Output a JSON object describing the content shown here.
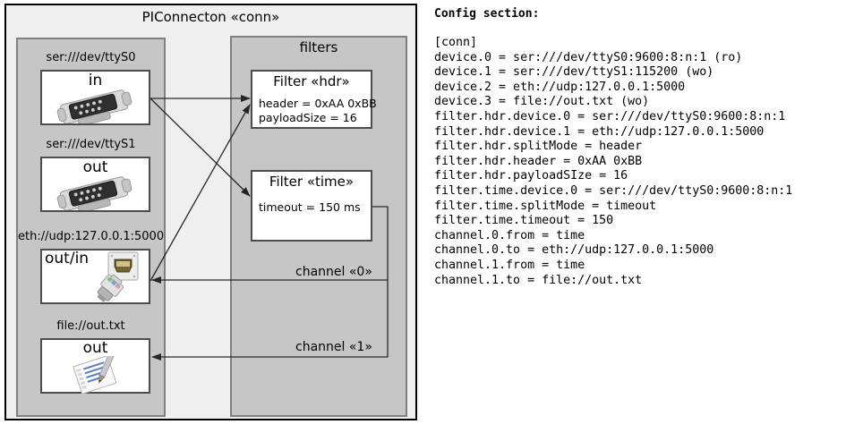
{
  "diagram": {
    "title": "PIConnecton «conn»",
    "devices_panel": {
      "nodes": [
        {
          "label": "ser:///dev/ttyS0",
          "io": "in",
          "icon": "serial-db9-icon"
        },
        {
          "label": "ser:///dev/ttyS1",
          "io": "out",
          "icon": "serial-db9-icon"
        },
        {
          "label": "eth://udp:127.0.0.1:5000",
          "io": "out/in",
          "icon": "ethernet-rj45-icon"
        },
        {
          "label": "file://out.txt",
          "io": "out",
          "icon": "text-file-pencil-icon"
        }
      ]
    },
    "filters_panel": {
      "title": "filters",
      "filters": [
        {
          "title": "Filter «hdr»",
          "attrs": [
            "header = 0xAA 0xBB",
            "payloadSize = 16"
          ]
        },
        {
          "title": "Filter «time»",
          "attrs": [
            "timeout = 150 ms"
          ]
        }
      ],
      "channels": [
        {
          "label": "channel «0»"
        },
        {
          "label": "channel «1»"
        }
      ]
    },
    "colors": {
      "background": "#ffffff",
      "frame_fill": "#efefef",
      "frame_stroke": "#000000",
      "panel_fill": "#c6c6c6",
      "panel_stroke": "#808080",
      "node_fill": "#ffffff",
      "node_stroke": "#4d4d4d",
      "arrow_stroke": "#262626"
    }
  },
  "config": {
    "heading": "Config section:",
    "lines": [
      "[conn]",
      "device.0 = ser:///dev/ttyS0:9600:8:n:1 (ro)",
      "device.1 = ser:///dev/ttyS1:115200 (wo)",
      "device.2 = eth://udp:127.0.0.1:5000",
      "device.3 = file://out.txt (wo)",
      "filter.hdr.device.0 = ser:///dev/ttyS0:9600:8:n:1",
      "filter.hdr.device.1 = eth://udp:127.0.0.1:5000",
      "filter.hdr.splitMode = header",
      "filter.hdr.header = 0xAA 0xBB",
      "filter.hdr.payloadSIze = 16",
      "filter.time.device.0 = ser:///dev/ttyS0:9600:8:n:1",
      "filter.time.splitMode = timeout",
      "filter.time.timeout = 150",
      "channel.0.from = time",
      "channel.0.to = eth://udp:127.0.0.1:5000",
      "channel.1.from = time",
      "channel.1.to = file://out.txt"
    ]
  }
}
